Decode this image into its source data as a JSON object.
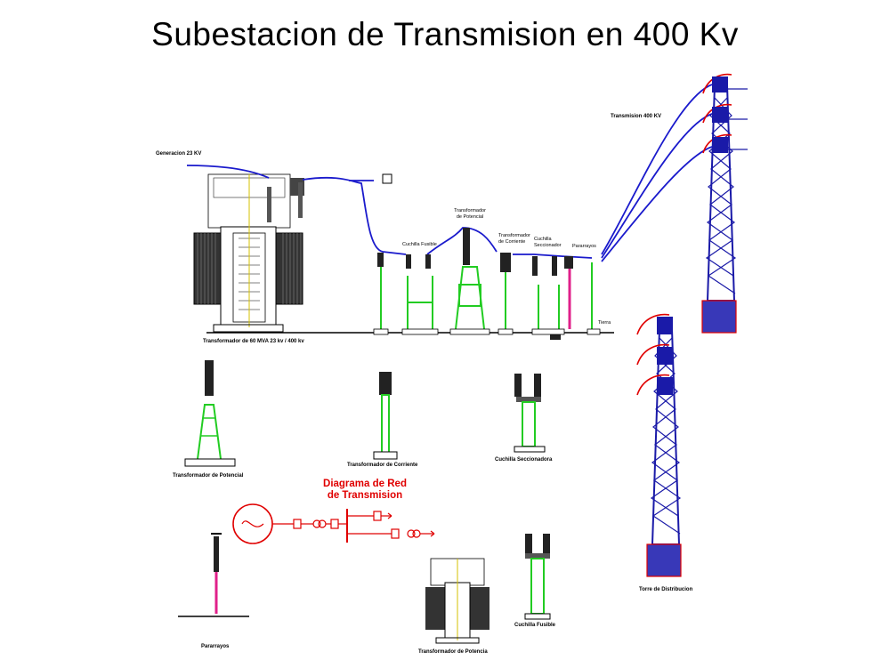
{
  "title": "Subestacion de Transmision en 400 Kv",
  "labels": {
    "generacion": "Generacion 23 KV",
    "transmision": "Transmision 400 KV",
    "cuchilla_fusible": "Cuchilla Fusible",
    "tp_line1": "Transformador",
    "tp_line2": "de Potencial",
    "tc_line1": "Transformador",
    "tc_line2": "de Corriente",
    "cs_line1": "Cuchilla",
    "cs_line2": "Seccionador",
    "pararrayos": "Pararrayos",
    "tierra": "Tierra",
    "main_transformer": "Transformador de 60 MVA 23 kv / 400 kv",
    "det_tp": "Transformador de Potencial",
    "det_tc": "Transformador de Corriente",
    "det_cs": "Cuchilla Seccionadora",
    "det_pararrayos": "Pararrayos",
    "det_tpot": "Transformador de Potencia",
    "det_cf": "Cuchilla Fusible",
    "det_torre": "Torre de Distribucion",
    "diagram_line1": "Diagrama de Red",
    "diagram_line2": "de Transmision"
  },
  "colors": {
    "line": "#1a1acc",
    "support": "#22cc22",
    "tower": "#1a1aa8",
    "red": "#e00000",
    "magenta": "#e0208a",
    "yellow": "#d4c200"
  }
}
